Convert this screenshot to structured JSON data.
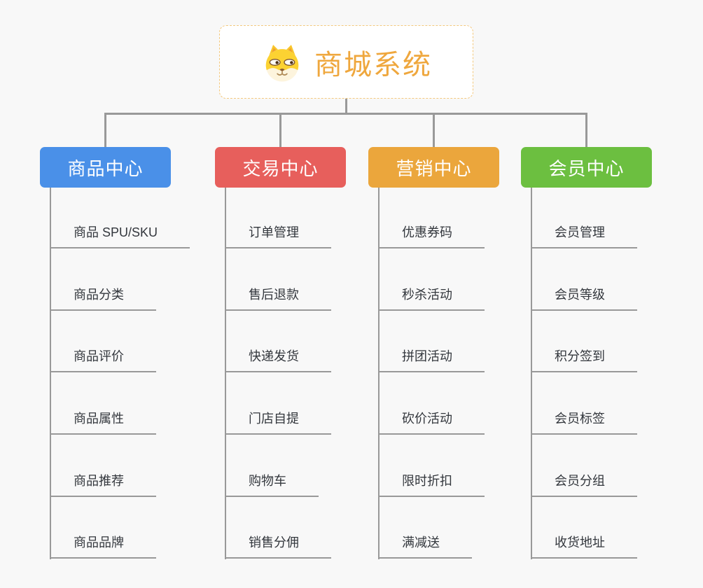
{
  "root": {
    "title": "商城系统",
    "title_color": "#efa73d",
    "icon": "dog-face-icon"
  },
  "palette": {
    "background": "#f8f8f8",
    "connector_line": "#999999",
    "leaf_text": "#33373d",
    "root_border": "#f3c87e"
  },
  "branches": [
    {
      "label": "商品中心",
      "color": "#4a90e8",
      "items": [
        "商品 SPU/SKU",
        "商品分类",
        "商品评价",
        "商品属性",
        "商品推荐",
        "商品品牌"
      ]
    },
    {
      "label": "交易中心",
      "color": "#e75f5c",
      "items": [
        "订单管理",
        "售后退款",
        "快递发货",
        "门店自提",
        "购物车",
        "销售分佣"
      ]
    },
    {
      "label": "营销中心",
      "color": "#eba63c",
      "items": [
        "优惠券码",
        "秒杀活动",
        "拼团活动",
        "砍价活动",
        "限时折扣",
        "满减送"
      ]
    },
    {
      "label": "会员中心",
      "color": "#6cbf40",
      "items": [
        "会员管理",
        "会员等级",
        "积分签到",
        "会员标签",
        "会员分组",
        "收货地址"
      ]
    }
  ]
}
